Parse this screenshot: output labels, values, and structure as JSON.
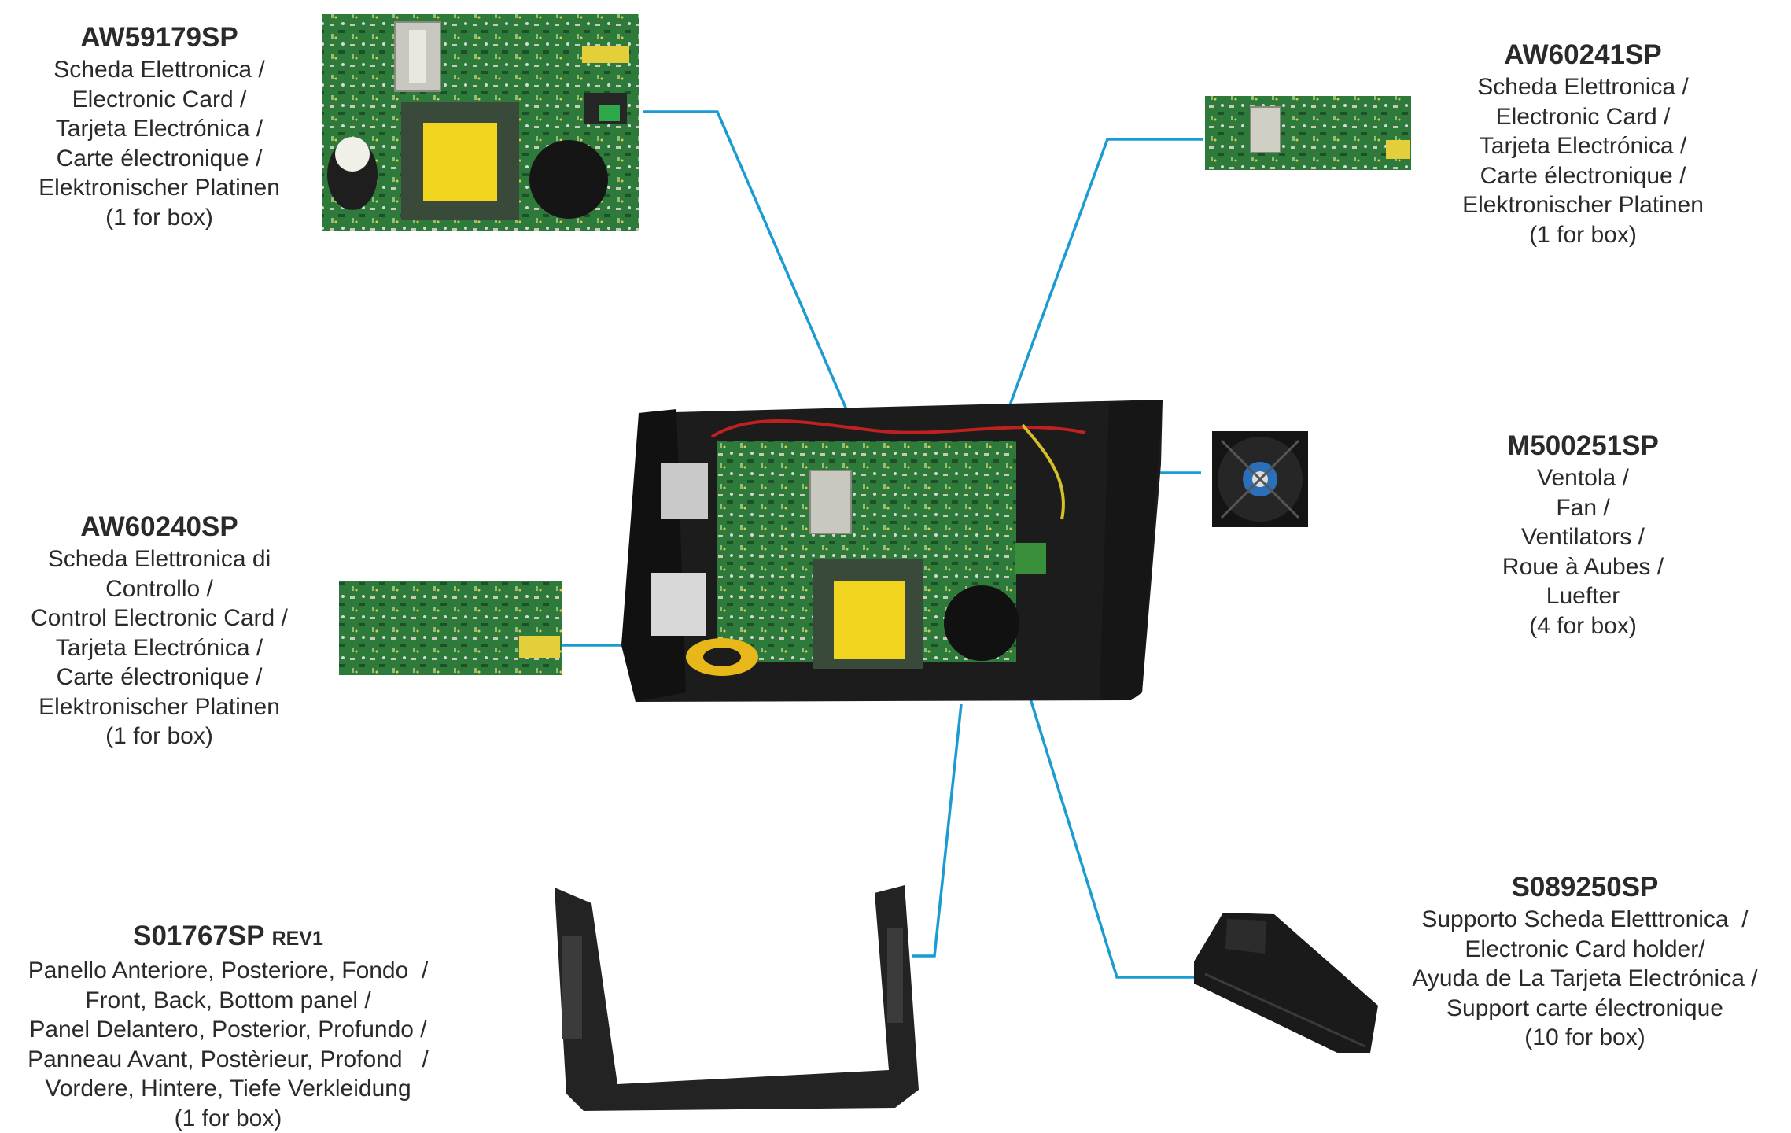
{
  "colors": {
    "leader": "#1a9bd2",
    "board": "#2f7a3a",
    "case": "#1c1c1c",
    "coil": "#f2d51f"
  },
  "parts": [
    {
      "id": "aw59179sp",
      "code": "AW59179SP",
      "lines": [
        "Scheda Elettronica /",
        "Electronic Card /",
        "Tarjeta Electrónica /",
        "Carte électronique /",
        "Elektronischer Platinen",
        "(1 for box)"
      ]
    },
    {
      "id": "aw60241sp",
      "code": "AW60241SP",
      "lines": [
        "Scheda Elettronica /",
        "Electronic Card /",
        "Tarjeta Electrónica /",
        "Carte électronique /",
        "Elektronischer Platinen",
        "(1 for box)"
      ]
    },
    {
      "id": "aw60240sp",
      "code": "AW60240SP",
      "lines": [
        "Scheda Elettronica di",
        "Controllo /",
        "Control Electronic Card /",
        "Tarjeta Electrónica /",
        "Carte électronique /",
        "Elektronischer Platinen",
        "(1 for box)"
      ]
    },
    {
      "id": "m500251sp",
      "code": "M500251SP",
      "lines": [
        "Ventola /",
        "Fan /",
        "Ventilators /",
        "Roue à Aubes /",
        "Luefter",
        "(4 for box)"
      ]
    },
    {
      "id": "s01767sp",
      "code": "S01767SP",
      "rev": "REV1",
      "lines": [
        "Panello Anteriore, Posteriore, Fondo  /",
        "Front, Back, Bottom panel /",
        "Panel Delantero, Posterior, Profundo /",
        "Panneau Avant, Postèrieur, Profond   /",
        "Vordere, Hintere, Tiefe Verkleidung",
        "(1 for box)"
      ]
    },
    {
      "id": "s089250sp",
      "code": "S089250SP",
      "lines": [
        "Supporto Scheda Eletttronica  /",
        "Electronic Card holder/",
        "Ayuda de La Tarjeta Electrónica /",
        "Support carte électronique",
        "(10 for box)"
      ]
    }
  ]
}
